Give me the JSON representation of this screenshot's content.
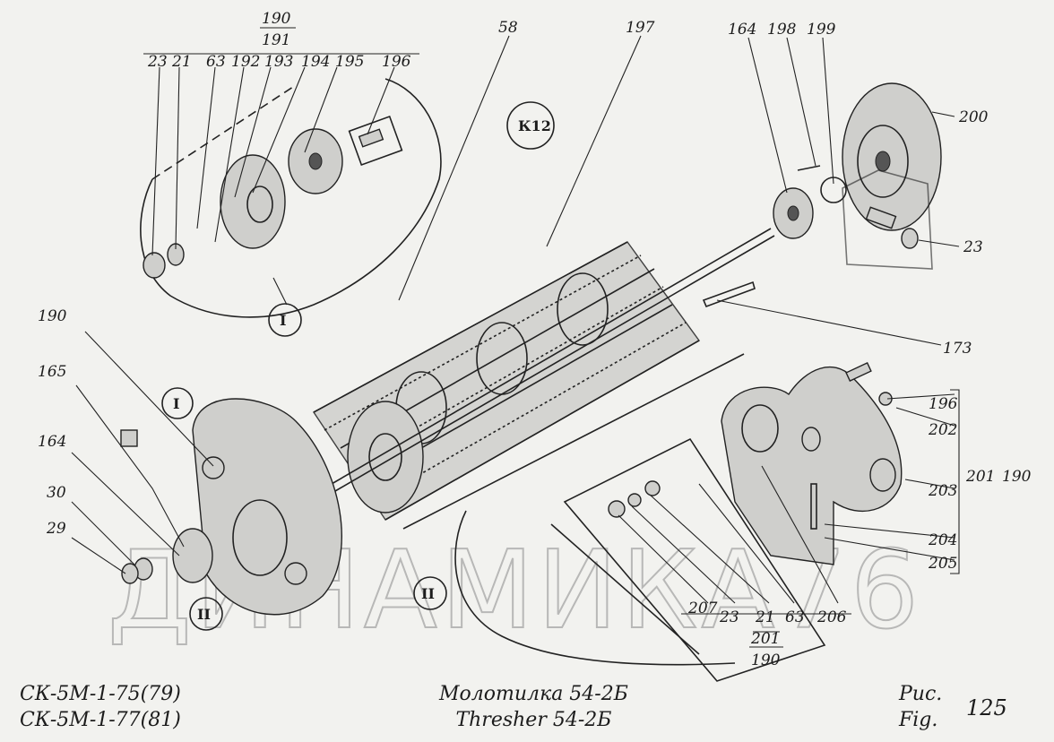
{
  "watermark": "ДИНАМИКА76",
  "circle_badges": {
    "k12": "К12",
    "roman_I_upper": "I",
    "roman_I_lower": "I",
    "roman_II_left": "II",
    "roman_II_center": "II"
  },
  "callouts": {
    "group_top_190": "190",
    "group_top_191": "191",
    "top": [
      "23",
      "21",
      "63",
      "192",
      "193",
      "194",
      "195",
      "196"
    ],
    "n58": "58",
    "n197": "197",
    "n164_top": "164",
    "n198": "198",
    "n199": "199",
    "n200": "200",
    "n23_right": "23",
    "n173": "173",
    "n190_left": "190",
    "n165": "165",
    "n164_left": "164",
    "n30": "30",
    "n29": "29",
    "n196_right": "196",
    "n202": "202",
    "n203": "203",
    "n201_right": "201",
    "n190_right": "190",
    "n204": "204",
    "n205": "205",
    "bottom": [
      "207",
      "23",
      "21",
      "63",
      "206"
    ],
    "bottom_201": "201",
    "bottom_190": "190"
  },
  "footer": {
    "models": [
      "СК-5М-1-75(79)",
      "СК-5М-1-77(81)"
    ],
    "title_ru": "Молотилка  54-2Б",
    "title_en": "Thresher  54-2Б",
    "fig_ru": "Рис.",
    "fig_en": "Fig.",
    "fig_number": "125"
  }
}
